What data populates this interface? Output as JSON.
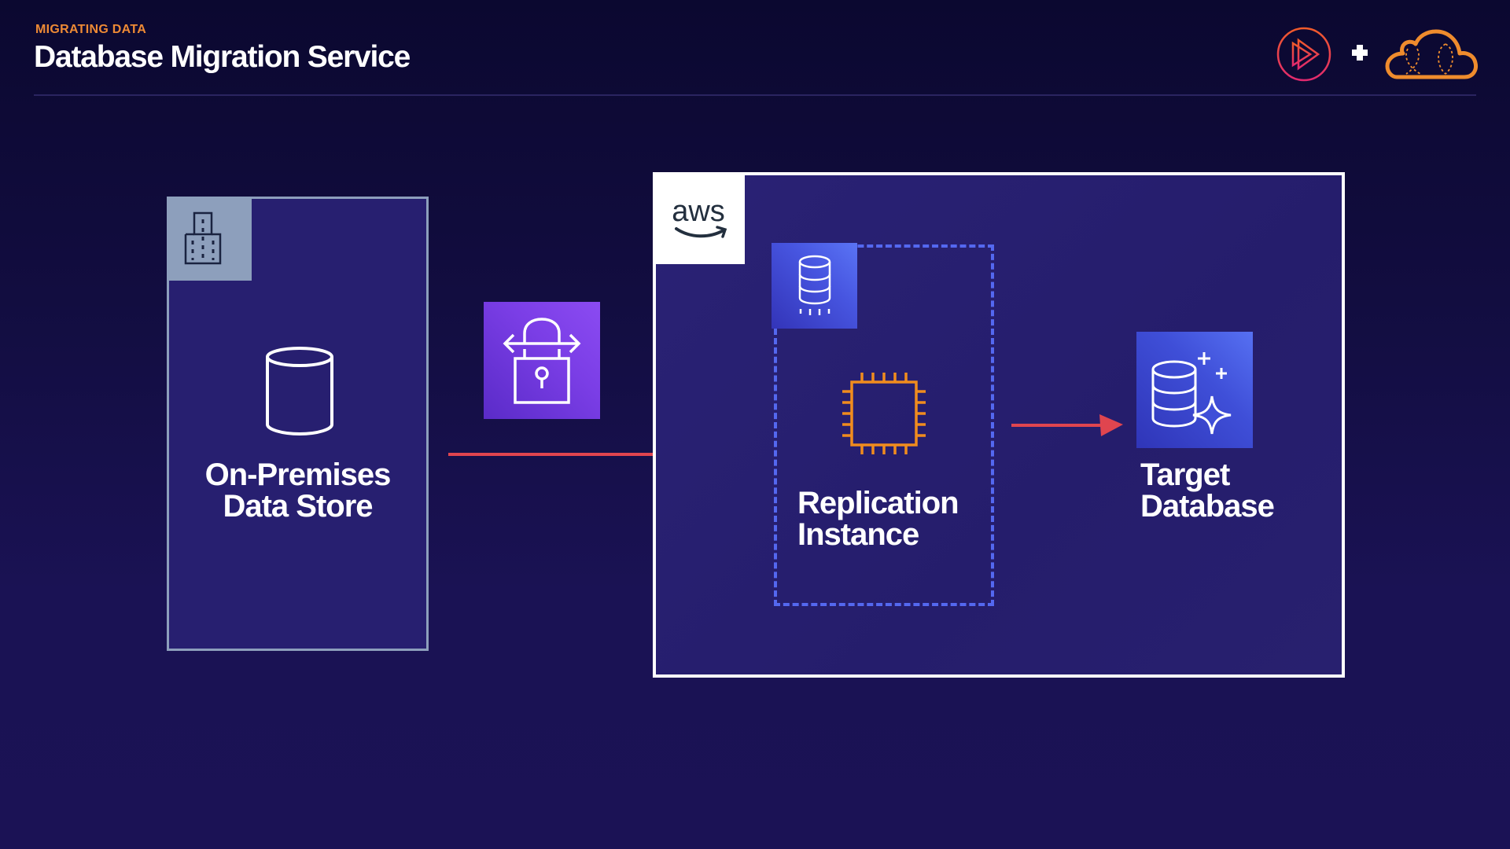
{
  "header": {
    "eyebrow": "MIGRATING DATA",
    "title": "Database Migration Service"
  },
  "branding": {
    "logo_left": "pluralsight-play-logo",
    "separator": "+",
    "logo_right": "cloud-logo",
    "colors": {
      "pink": "#e2296f",
      "red": "#f15b2a",
      "orange": "#ef8c2d"
    }
  },
  "diagram": {
    "nodes": [
      {
        "id": "on-premises",
        "label_line1": "On-Premises",
        "label_line2": "Data Store",
        "badge_icon": "building-icon",
        "icon": "database-cylinder-icon"
      },
      {
        "id": "secure-transfer",
        "icon": "lock-transfer-icon"
      },
      {
        "id": "aws-cloud",
        "badge_label": "aws",
        "icon": "aws-logo"
      },
      {
        "id": "replication-instance",
        "label_line1": "Replication",
        "label_line2": "Instance",
        "badge_icon": "dms-database-icon",
        "icon": "chip-icon"
      },
      {
        "id": "target-database",
        "label_line1": "Target",
        "label_line2": "Database",
        "icon": "database-sparkle-icon"
      }
    ],
    "edges": [
      {
        "from": "on-premises",
        "to": "replication-instance"
      },
      {
        "from": "replication-instance",
        "to": "target-database"
      }
    ],
    "colors": {
      "arrow": "#e0454f",
      "chip": "#f08c1e",
      "dashed_border": "#5468f0",
      "box_fill": "#271f70",
      "onprem_border": "#8d9fbc",
      "aws_border": "#ffffff"
    }
  }
}
